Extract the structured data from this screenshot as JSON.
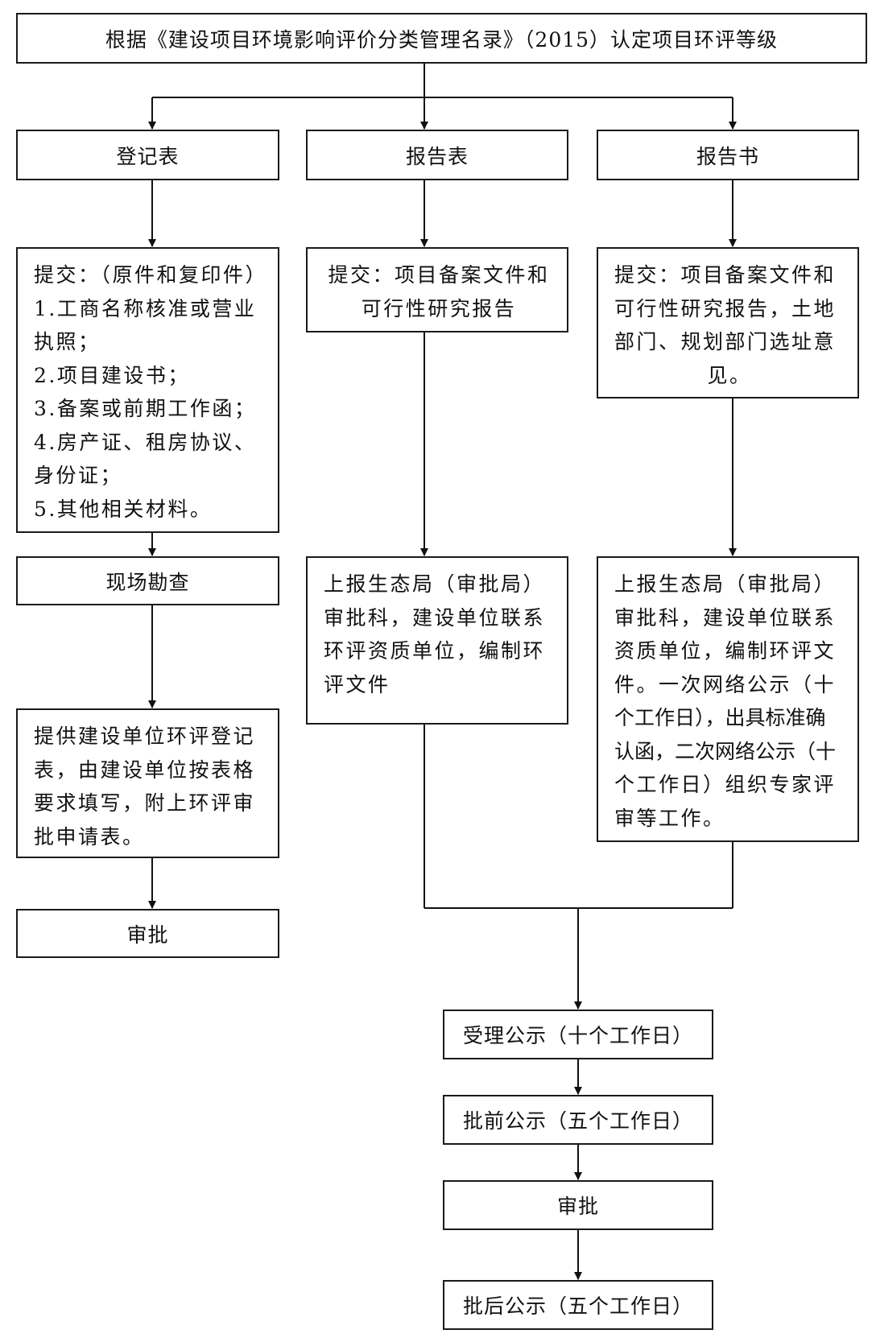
{
  "top": "根据《建设项目环境影响评价分类管理名录》（2015）认定项目环评等级",
  "categories": {
    "registration_form": "登记表",
    "report_form": "报告表",
    "report_book": "报告书"
  },
  "left_column": {
    "submit_title": "提交：（原件和复印件）",
    "submit_items": [
      "1.工商名称核准或营业",
      "执照；",
      "2.项目建设书；",
      "3.备案或前期工作函；",
      "4.房产证、租房协议、",
      "身份证；",
      "5.其他相关材料。"
    ],
    "survey": "现场勘查",
    "provide_lines": [
      "提供建设单位环评登记",
      "表，由建设单位按表格",
      "要求填写，附上环评审",
      "批申请表。"
    ],
    "approve": "审批"
  },
  "middle_column": {
    "submit_lines": [
      "提交：项目备案文件和",
      "可行性研究报告"
    ],
    "report_lines": [
      "上报生态局（审批局）",
      "审批科，建设单位联系",
      "环评资质单位，编制环",
      "评文件"
    ]
  },
  "right_column": {
    "submit_lines": [
      "提交：项目备案文件和",
      "可行性研究报告，土地",
      "部门、规划部门选址意",
      "见。"
    ],
    "report_lines": [
      "上报生态局（审批局）",
      "审批科，建设单位联系",
      "资质单位，编制环评文",
      "件。一次网络公示（十",
      "个工作日），出具标准确",
      "认函，二次网络公示（十",
      "个工作日）组织专家评",
      "审等工作。"
    ]
  },
  "bottom_flow": {
    "accept_notice": "受理公示（十个工作日）",
    "pre_notice": "批前公示（五个工作日）",
    "approve": "审批",
    "post_notice": "批后公示（五个工作日）"
  }
}
